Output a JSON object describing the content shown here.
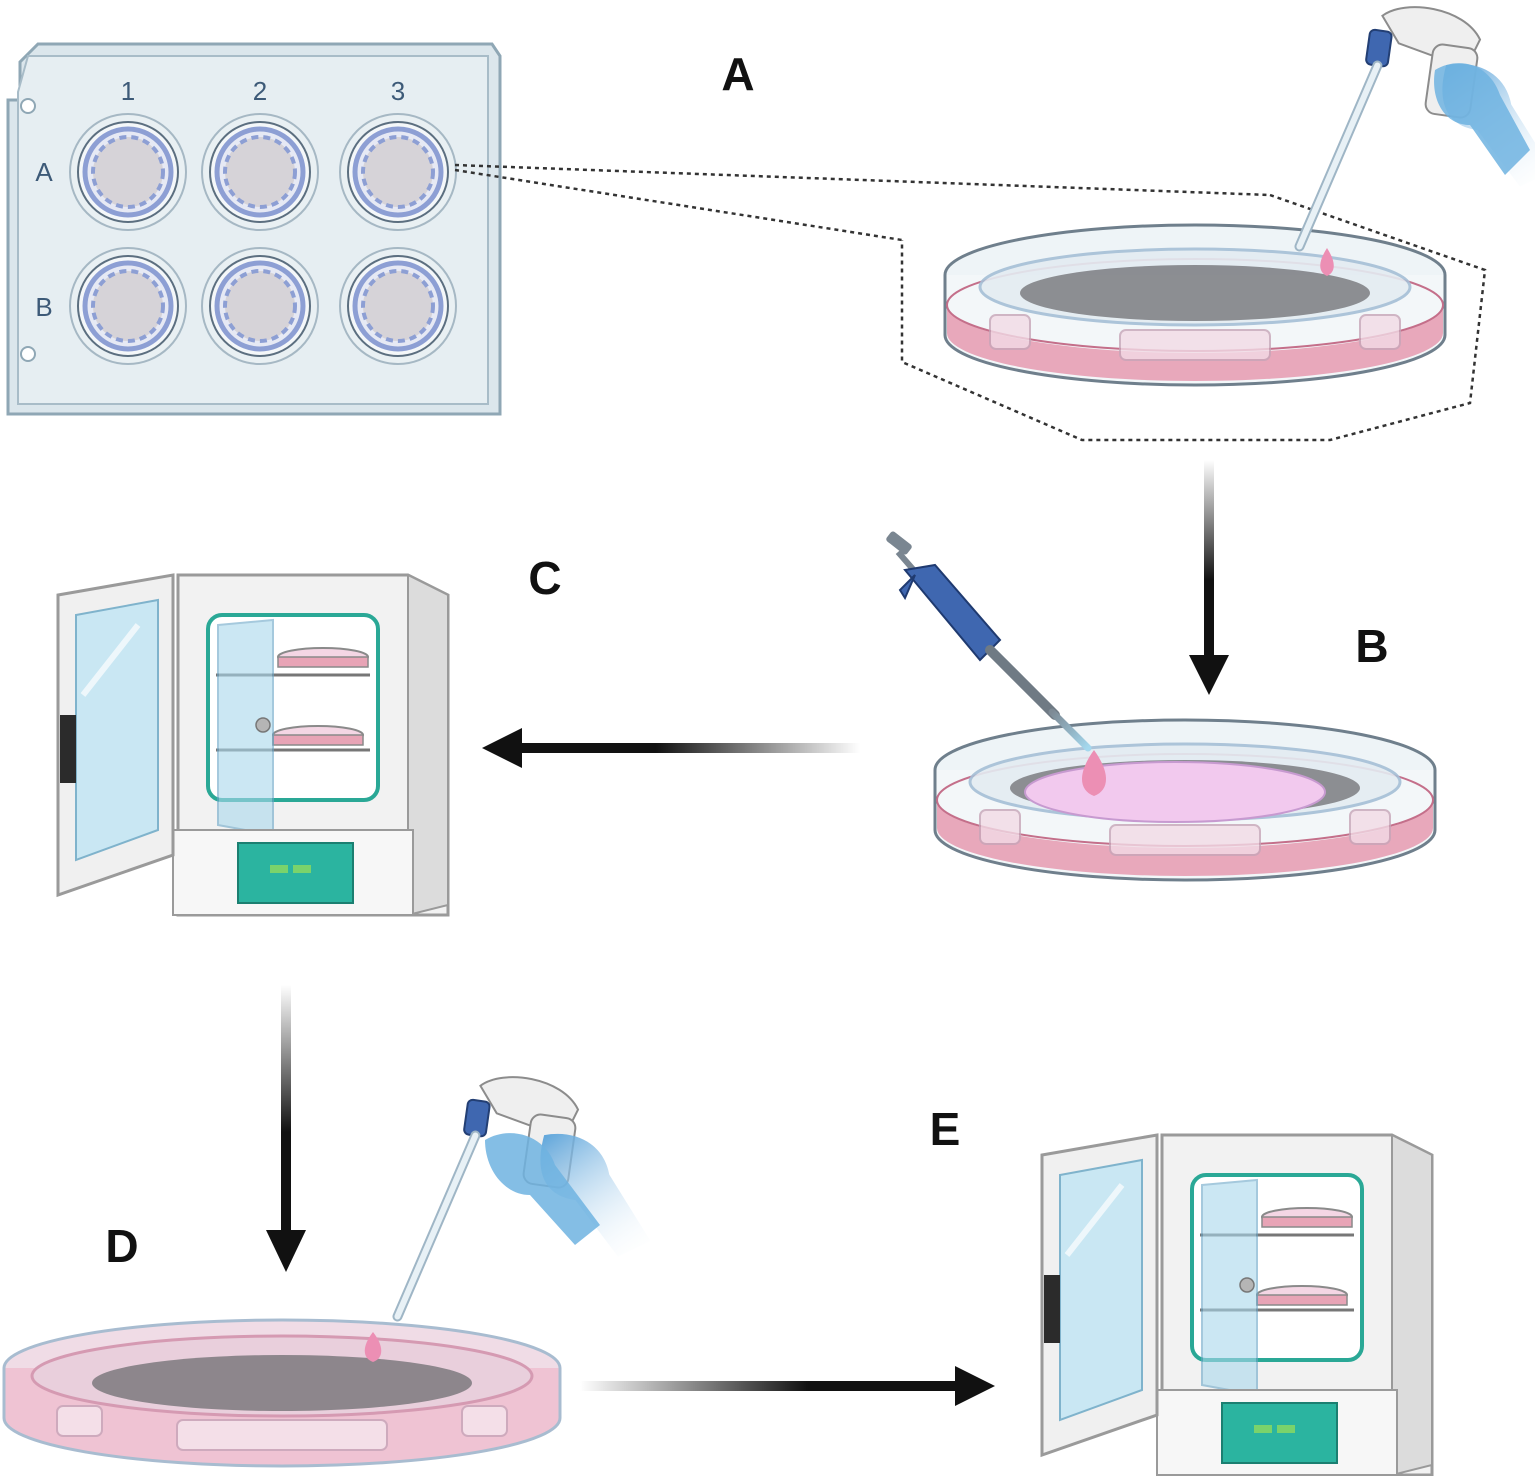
{
  "colors": {
    "plate_fill": "#dbe6ec",
    "plate_stroke": "#8fa7b5",
    "well_ring": "#8d9fd4",
    "well_inner": "#d6d3d8",
    "medium_pink": "#e8a4b6",
    "gel_pink": "#f2c9ee",
    "dish_glass": "#e9f1f5",
    "pipette_blue": "#3f67b0",
    "glove_blue": "#6fb3e0",
    "incubator_panel": "#2bb4a0",
    "arrow": "#111111"
  },
  "steps": {
    "a": "A",
    "b": "B",
    "c": "C",
    "d": "D",
    "e": "E"
  },
  "plate": {
    "columns": [
      "1",
      "2",
      "3"
    ],
    "rows": [
      "A",
      "B"
    ]
  },
  "icons": {
    "plate": "six-well-plate-icon",
    "dish": "petri-dish-icon",
    "pipette_controller": "pipette-controller-icon",
    "micropipette": "micropipette-icon",
    "incubator": "incubator-icon"
  }
}
